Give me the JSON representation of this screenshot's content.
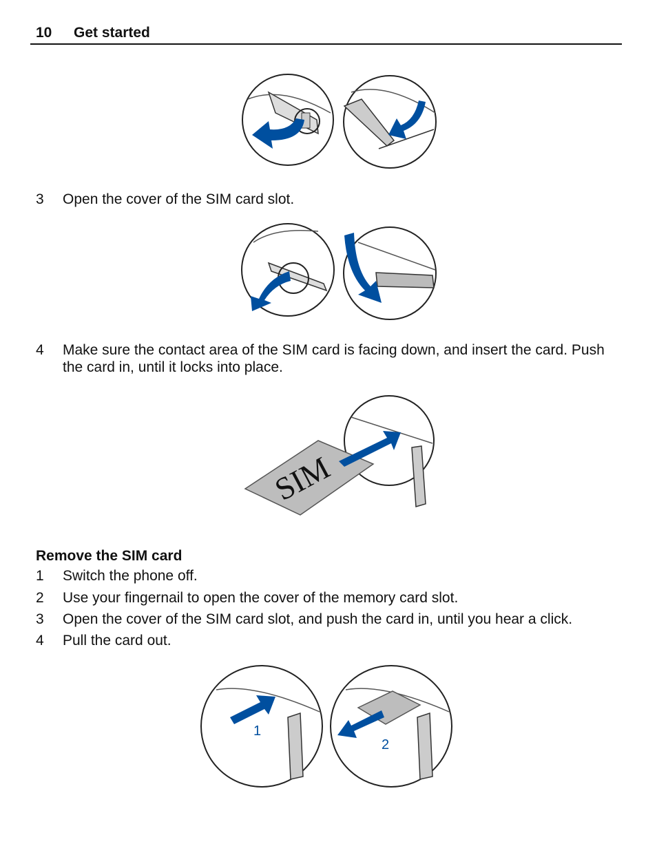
{
  "header": {
    "page_number": "10",
    "title": "Get started"
  },
  "steps_insert": [
    {
      "num": "3",
      "text": "Open the cover of the SIM card slot."
    },
    {
      "num": "4",
      "text": "Make sure the contact area of the SIM card is facing down, and insert the card. Push the card in, until it locks into place."
    }
  ],
  "sim_label": "SIM",
  "remove_section": {
    "heading": "Remove the SIM card",
    "steps": [
      {
        "num": "1",
        "text": "Switch the phone off."
      },
      {
        "num": "2",
        "text": "Use your fingernail to open the cover of the memory card slot."
      },
      {
        "num": "3",
        "text": "Open the cover of the SIM card slot, and push the card in, until you hear a click."
      },
      {
        "num": "4",
        "text": "Pull the card out."
      }
    ]
  },
  "callouts": {
    "one": "1",
    "two": "2"
  },
  "colors": {
    "arrow": "#004f9f",
    "line": "#222222",
    "card": "#bdbdbd"
  }
}
